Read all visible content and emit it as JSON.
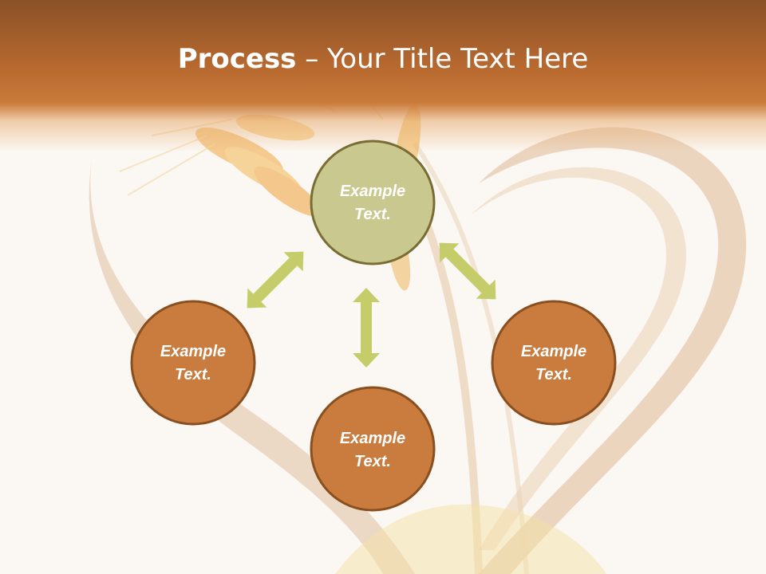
{
  "title": {
    "bold": "Process",
    "rest": " – Your Title Text Here"
  },
  "nodes": [
    {
      "line1": "Example",
      "line2": "Text."
    },
    {
      "line1": "Example",
      "line2": "Text."
    },
    {
      "line1": "Example",
      "line2": "Text."
    },
    {
      "line1": "Example",
      "line2": "Text."
    }
  ],
  "colors": {
    "header_dark": "#8a5128",
    "header_mid": "#c97b3a",
    "center_fill": "#c9c98f",
    "center_stroke": "#7a6d34",
    "node_fill": "#c97c3e",
    "node_stroke": "#8a4f1f",
    "arrow": "#c5cd6a",
    "background": "#fbf7f2"
  }
}
